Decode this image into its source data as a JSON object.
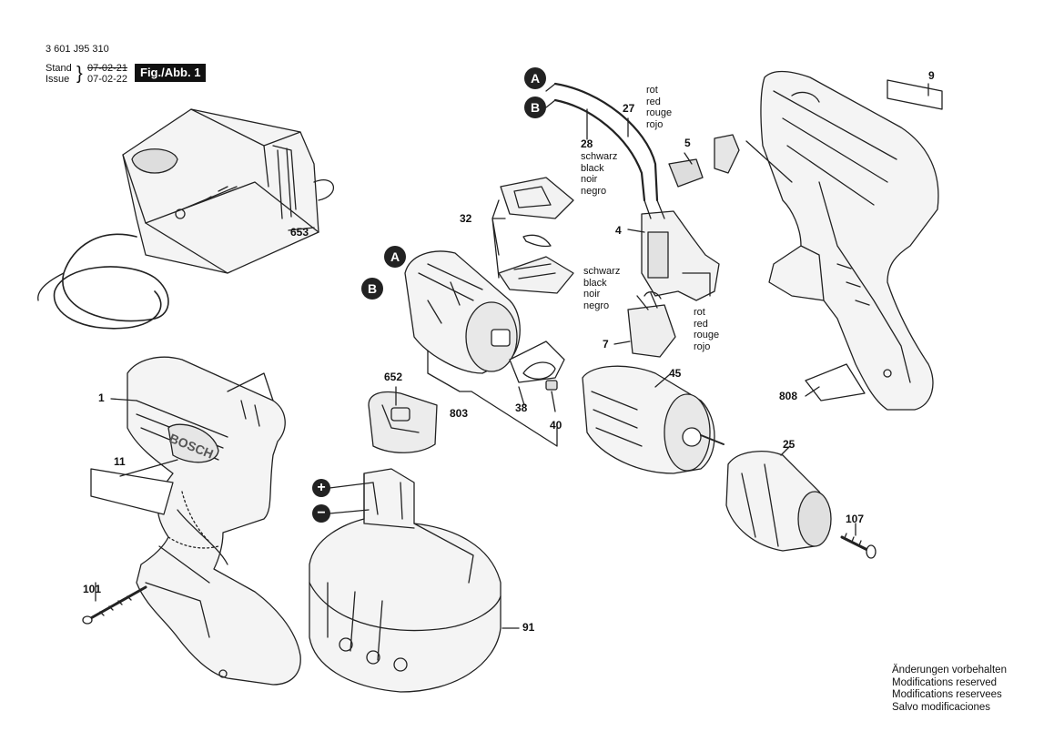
{
  "header": {
    "doc_number": "3 601 J95 310",
    "stand_label": "Stand",
    "issue_label": "Issue",
    "stand_date": "07-02-21",
    "issue_date": "07-02-22",
    "figure_label": "Fig./Abb. 1"
  },
  "brand_on_tool": "BOSCH",
  "badges": {
    "a": "A",
    "b": "B",
    "plus": "+",
    "minus": "−"
  },
  "parts": {
    "p1": "1",
    "p4": "4",
    "p5": "5",
    "p7": "7",
    "p9": "9",
    "p11": "11",
    "p25": "25",
    "p27": "27",
    "p28": "28",
    "p32": "32",
    "p38": "38",
    "p40": "40",
    "p45": "45",
    "p91": "91",
    "p101": "101",
    "p107": "107",
    "p652": "652",
    "p653": "653",
    "p803": "803",
    "p808": "808"
  },
  "wire_labels": {
    "red_top": [
      "rot",
      "red",
      "rouge",
      "rojo"
    ],
    "black_top": [
      "schwarz",
      "black",
      "noir",
      "negro"
    ],
    "black_switch": [
      "schwarz",
      "black",
      "noir",
      "negro"
    ],
    "red_switch": [
      "rot",
      "red",
      "rouge",
      "rojo"
    ]
  },
  "footer_note": [
    "Änderungen vorbehalten",
    "Modifications reserved",
    "Modifications reservees",
    "Salvo modificaciones"
  ]
}
